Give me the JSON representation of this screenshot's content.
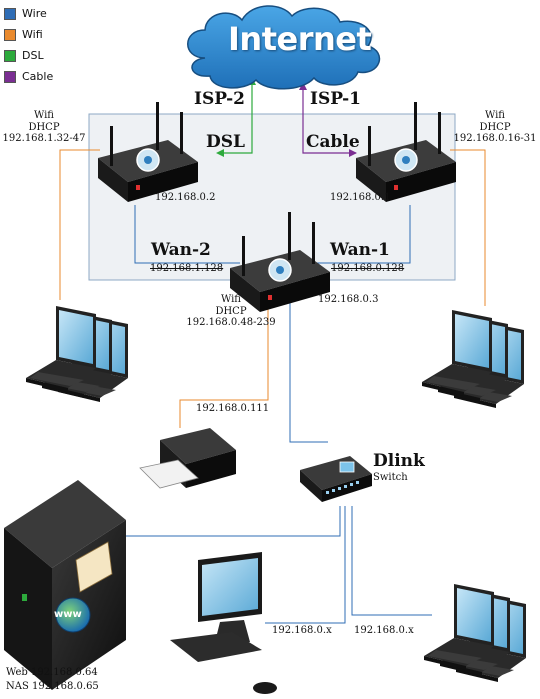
{
  "legend": [
    {
      "label": "Wire",
      "color": "#2f6db5"
    },
    {
      "label": "Wifi",
      "color": "#e98a2e"
    },
    {
      "label": "DSL",
      "color": "#2daa3c"
    },
    {
      "label": "Cable",
      "color": "#7a2e92"
    }
  ],
  "internet": {
    "label": "Internet"
  },
  "isp": {
    "isp2": "ISP-2",
    "isp1": "ISP-1"
  },
  "links": {
    "dsl": "DSL",
    "cable": "Cable",
    "wan2": "Wan-2",
    "wan1": "Wan-1"
  },
  "router_left": {
    "ip": "192.168.0.2",
    "wifi_label": "Wifi",
    "dhcp_label": "DHCP",
    "dhcp_range": "192.168.1.32-47"
  },
  "router_right": {
    "ip": "192.168.0.1",
    "wifi_label": "Wifi",
    "dhcp_label": "DHCP",
    "dhcp_range": "192.168.0.16-31"
  },
  "router_center": {
    "ip": "192.168.0.3",
    "wan2_ip": "192.168.1.128",
    "wan1_ip": "192.168.0.128",
    "wifi_label": "Wifi",
    "dhcp_label": "DHCP",
    "dhcp_range": "192.168.0.48-239"
  },
  "printer": {
    "ip": "192.168.0.111"
  },
  "switch": {
    "name": "Dlink",
    "type": "Switch"
  },
  "server": {
    "web": "Web 192.168.0.64",
    "nas": "NAS 192.168.0.65",
    "badge": "www"
  },
  "desktop": {
    "ip": "192.168.0.x"
  },
  "laptops_bottom": {
    "ip": "192.168.0.x"
  }
}
